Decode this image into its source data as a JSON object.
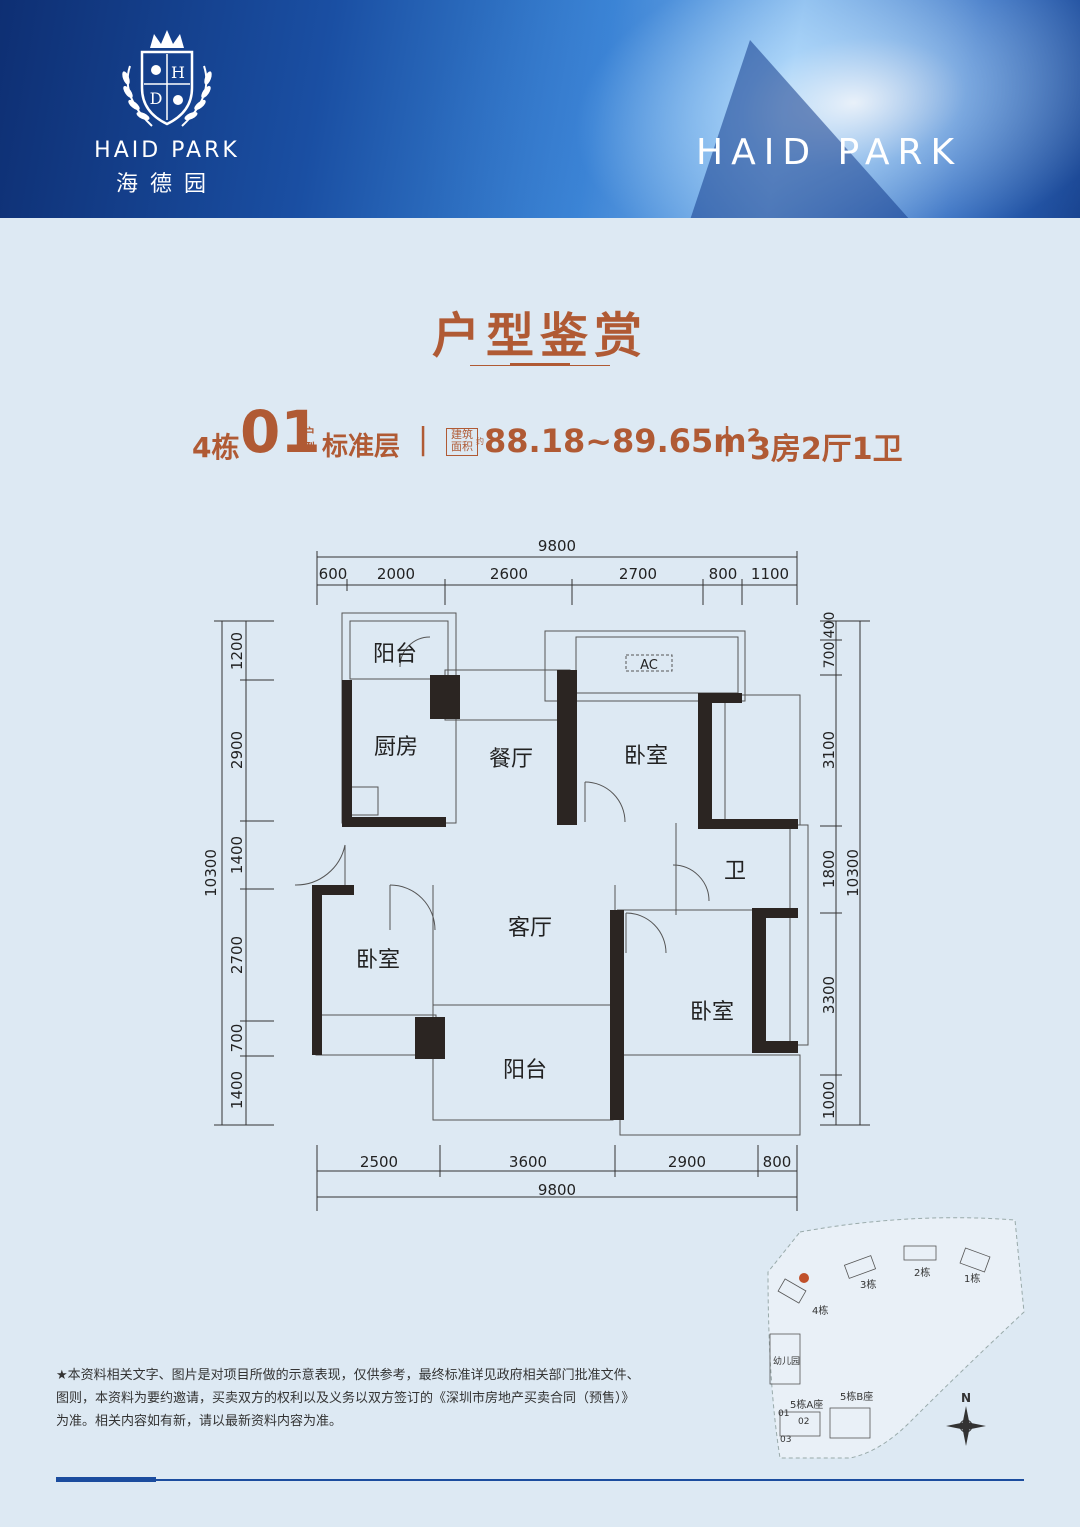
{
  "header": {
    "logo_monogram_top": "H",
    "logo_monogram_bottom": "D",
    "logo_en": "HAID PARK",
    "logo_cn": "海德园",
    "brand_text": "HAID PARK"
  },
  "title": "户型鉴赏",
  "subtitle": {
    "building": "4栋",
    "unit": "01",
    "unit_suffix_top": "户",
    "unit_suffix_bottom": "型",
    "floor": "标准层",
    "separator": "|",
    "area_tag_top": "建筑",
    "area_tag_bottom": "面积",
    "area_tag_marker": "约",
    "area": "88.18~89.65m²",
    "layout": "3房2厅1卫"
  },
  "floorplan": {
    "top_total": "9800",
    "top_dims": [
      "600",
      "2000",
      "2600",
      "2700",
      "800",
      "1100"
    ],
    "bottom_dims": [
      "2500",
      "3600",
      "2900",
      "800"
    ],
    "bottom_total": "9800",
    "left_total": "10300",
    "left_dims": [
      "1200",
      "2900",
      "1400",
      "2700",
      "700",
      "1400"
    ],
    "right_total": "10300",
    "right_dims": [
      "400",
      "700",
      "3100",
      "1800",
      "3300",
      "1000"
    ],
    "ac_label": "AC",
    "rooms": {
      "balcony_top": "阳台",
      "kitchen": "厨房",
      "dining": "餐厅",
      "bedroom_top": "卧室",
      "bathroom": "卫",
      "living": "客厅",
      "bedroom_left": "卧室",
      "bedroom_right": "卧室",
      "balcony_bottom": "阳台"
    }
  },
  "sitemap": {
    "north": "N",
    "labels": {
      "b4": "4栋",
      "b3": "3栋",
      "b2": "2栋",
      "b1": "1栋",
      "kindergarten": "幼儿园",
      "b5a": "5栋A座",
      "b5b": "5栋B座",
      "u01": "01",
      "u02": "02",
      "u03": "03"
    }
  },
  "disclaimer": [
    "★本资料相关文字、图片是对项目所做的示意表现，仅供参考，最终标准详见政府相关部门批准文件、",
    "图则，本资料为要约邀请，买卖双方的权利以及义务以双方签订的《深圳市房地产买卖合同（预售）》",
    "为准。相关内容如有新，请以最新资料内容为准。"
  ],
  "colors": {
    "accent": "#b05a34",
    "banner_dark": "#0e2f73",
    "rule": "#1b4c9e",
    "wall": "#2b2522"
  }
}
